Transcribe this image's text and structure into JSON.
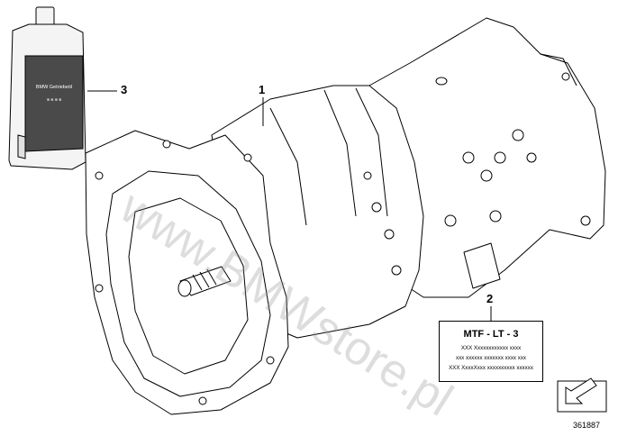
{
  "callouts": {
    "one": "1",
    "two": "2",
    "three": "3"
  },
  "bottle": {
    "label_brand": "BMW Getriebeöl",
    "label_lines": "■ ■ ■ ■"
  },
  "label_sticker": {
    "header": "MTF - LT - 3",
    "line1": "XXX Xxxxxxxxxxxx xxxx",
    "line2": "xxx xxxxxx xxxxxxx xxxx xxx",
    "line3": "XXX XxxxXxxx xxxxxxxxxx xxxxxx"
  },
  "watermark": "www.BMWstore.pl",
  "reference_number": "361887",
  "icons": {
    "nav_arrow": "arrow-icon"
  },
  "colors": {
    "line": "#000000",
    "watermark": "#969696",
    "bottle_label": "#444444"
  }
}
